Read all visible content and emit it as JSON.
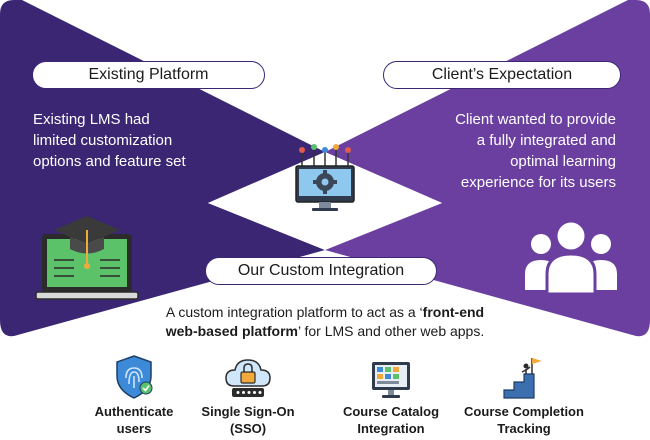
{
  "left_panel": {
    "title": "Existing Platform",
    "lines": [
      "Existing LMS had",
      "limited customization",
      "options and feature set"
    ],
    "icon": "laptop-graduation-cap-icon"
  },
  "right_panel": {
    "title": "Client’s Expectation",
    "lines": [
      "Client wanted to provide",
      "a fully integrated and",
      "optimal learning",
      "experience for its users"
    ],
    "icon": "users-group-icon"
  },
  "center": {
    "icon": "monitor-gear-network-icon",
    "title": "Our Custom Integration",
    "desc_line1_plain": "A custom integration platform to act as a ‘",
    "desc_line1_bold": "front-end",
    "desc_line2_bold": "web-based platform",
    "desc_line2_plain": "’ for LMS and other web apps."
  },
  "features": [
    {
      "lines": [
        "Authenticate",
        "users"
      ],
      "icon": "fingerprint-shield-icon"
    },
    {
      "lines": [
        "Single Sign-On",
        "(SSO)"
      ],
      "icon": "cloud-lock-password-icon"
    },
    {
      "lines": [
        "Course Catalog",
        "Integration"
      ],
      "icon": "catalog-monitor-icon"
    },
    {
      "lines": [
        "Course Completion",
        "Tracking"
      ],
      "icon": "stairs-flag-icon"
    }
  ],
  "colors": {
    "left_panel": "#3a2673",
    "right_panel": "#6b3fa0",
    "accent_green": "#5cc26a",
    "accent_orange": "#f2a93b",
    "accent_blue": "#3c8ad8"
  }
}
